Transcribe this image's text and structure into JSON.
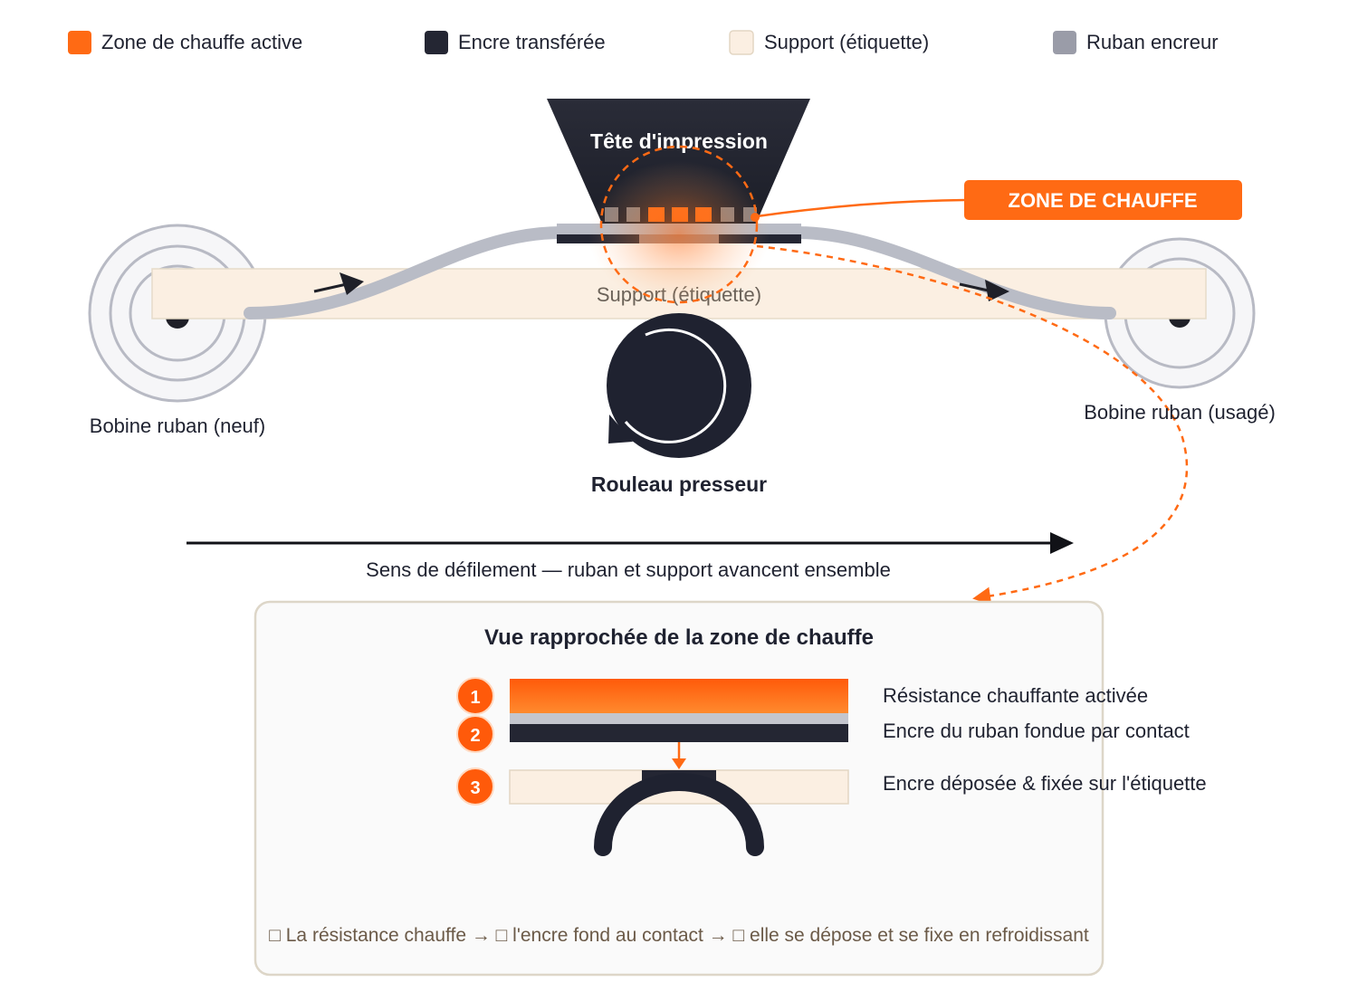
{
  "legend": [
    {
      "label": "Zone de chauffe active",
      "color": "#ff6a14",
      "icon": "orange-square"
    },
    {
      "label": "Encre transférée",
      "color": "#242633",
      "icon": "dark-square"
    },
    {
      "label": "Support (étiquette)",
      "color": "#fbefe2",
      "icon": "cream-square"
    },
    {
      "label": "Ruban encreur",
      "color": "#9a9ca8",
      "icon": "grey-square"
    }
  ],
  "printhead": {
    "label": "Tête d'impression"
  },
  "heat_zone": {
    "badge": "ZONE DE CHAUFFE"
  },
  "substrate": {
    "label": "Support (étiquette)"
  },
  "spools": {
    "left_label": "Bobine ruban (neuf)",
    "right_label": "Bobine ruban (usagé)"
  },
  "roller": {
    "label": "Rouleau presseur"
  },
  "direction": {
    "label": "Sens de défilement — ruban et support avancent ensemble"
  },
  "closeup": {
    "title": "Vue rapprochée de la zone de chauffe",
    "steps": [
      {
        "num": "1",
        "text": "Résistance chauffante activée"
      },
      {
        "num": "2",
        "text": "Encre du ruban fondue par contact"
      },
      {
        "num": "3",
        "text": "Encre déposée & fixée sur l'étiquette"
      }
    ],
    "footer": "□ La résistance chauffe → □ l'encre fond au contact → □ elle se dépose et se fixe en refroidissant"
  },
  "colors": {
    "accent": "#ff6a14",
    "ink": "#242633",
    "ribbon": "#b9bcc6",
    "label_fill": "#fbefe2",
    "panel_border": "#ddd6c8",
    "panel_fill": "#fafafa"
  }
}
